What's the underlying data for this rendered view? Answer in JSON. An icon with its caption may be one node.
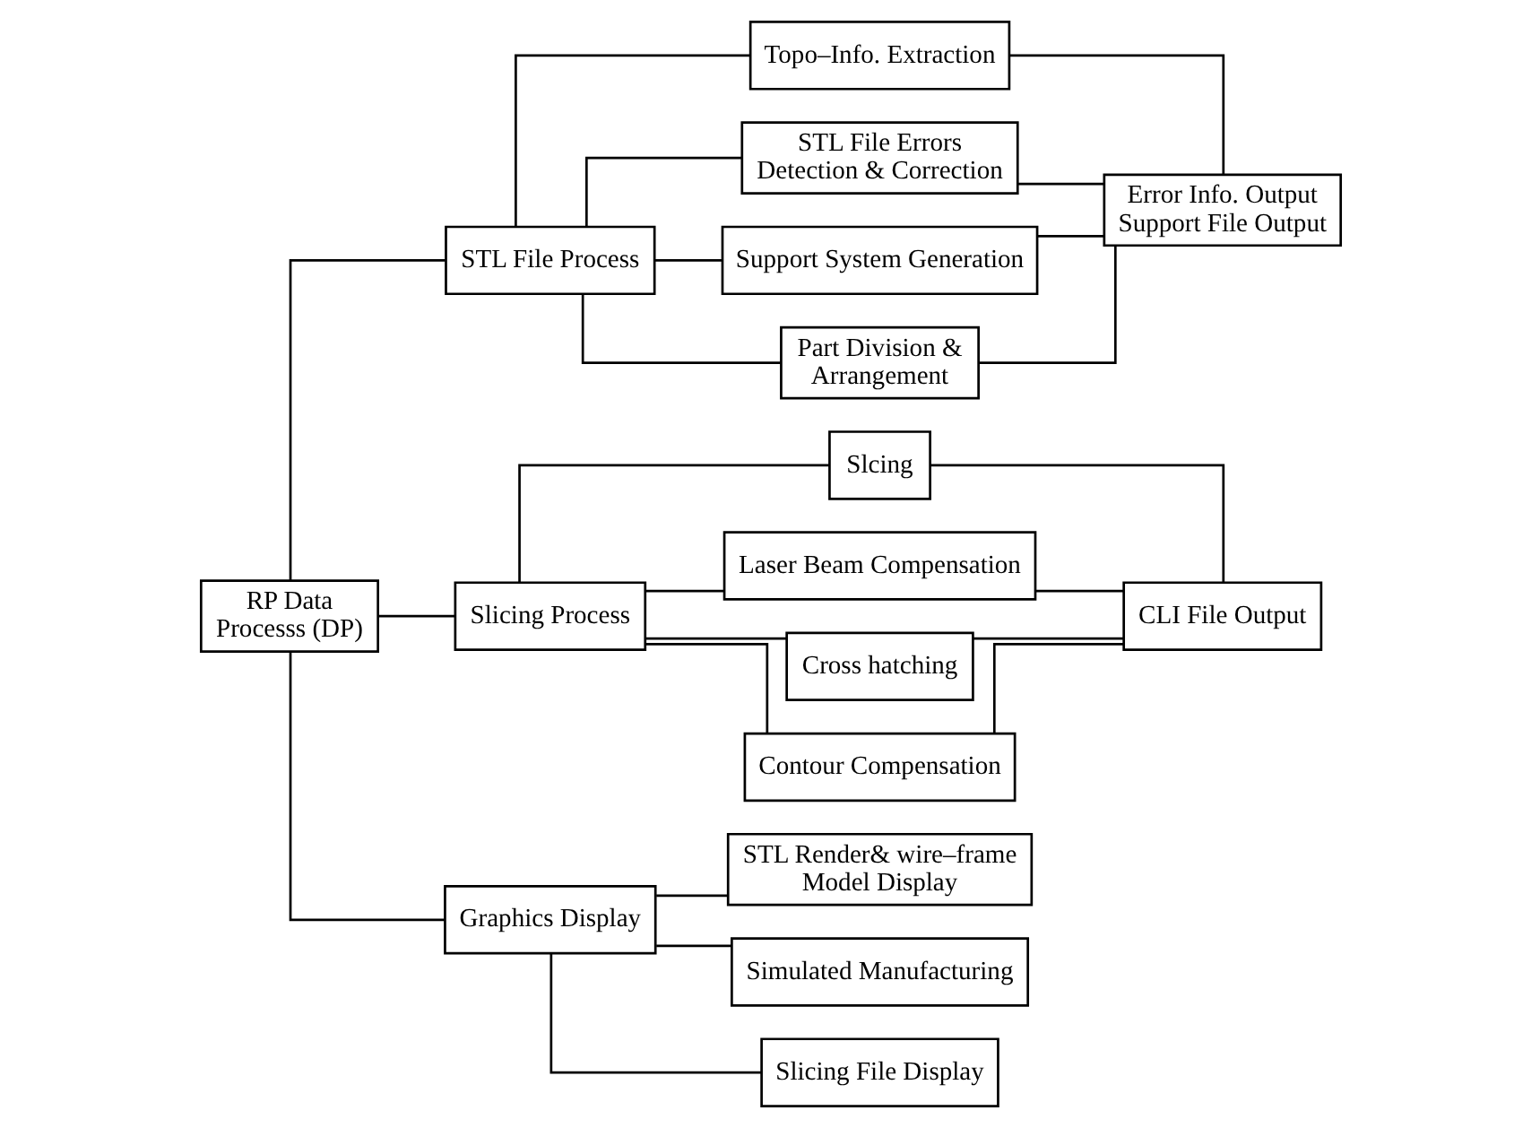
{
  "diagram": {
    "nodes": [
      {
        "text": [
          "RP Data Processs (DP)"
        ]
      },
      {
        "text": [
          "STL File Process"
        ]
      },
      {
        "text": [
          "Slicing Process"
        ]
      },
      {
        "text": [
          "Graphics Display"
        ]
      },
      {
        "text": [
          "Topo–Info. Extraction"
        ]
      },
      {
        "text": [
          "STL File Errors Detection & Correction"
        ]
      },
      {
        "text": [
          "Support System Generation"
        ]
      },
      {
        "text": [
          "Part Division & Arrangement"
        ]
      },
      {
        "text": [
          "Error Info. Output Support File Output"
        ]
      },
      {
        "text": [
          "Slcing"
        ]
      },
      {
        "text": [
          "Laser Beam Compensation"
        ]
      },
      {
        "text": [
          "Cross hatching"
        ]
      },
      {
        "text": [
          "Contour Compensation"
        ]
      },
      {
        "text": [
          "CLI File Output"
        ]
      },
      {
        "text": [
          "STL Render& wire–frame Model Display"
        ]
      },
      {
        "text": [
          "Simulated Manufacturing"
        ]
      },
      {
        "text": [
          "Slicing File Display"
        ]
      }
    ],
    "edges": [
      {
        "from": 0,
        "to": 1,
        "arrow": "none"
      },
      {
        "from": 0,
        "to": 2,
        "arrow": "none"
      },
      {
        "from": 0,
        "to": 3,
        "arrow": "none"
      },
      {
        "from": 1,
        "to": 4,
        "arrow": "none"
      },
      {
        "from": 1,
        "to": 5,
        "arrow": "none"
      },
      {
        "from": 1,
        "to": 6,
        "arrow": "none"
      },
      {
        "from": 1,
        "to": 7,
        "arrow": "none"
      },
      {
        "from": 4,
        "to": 8,
        "arrow": "none"
      },
      {
        "from": 5,
        "to": 8,
        "arrow": "none"
      },
      {
        "from": 6,
        "to": 8,
        "arrow": "none"
      },
      {
        "from": 7,
        "to": 8,
        "arrow": "none"
      },
      {
        "from": 2,
        "to": 9,
        "arrow": "none"
      },
      {
        "from": 2,
        "to": 10,
        "arrow": "none"
      },
      {
        "from": 2,
        "to": 11,
        "arrow": "none"
      },
      {
        "from": 2,
        "to": 12,
        "arrow": "none"
      },
      {
        "from": 9,
        "to": 13,
        "arrow": "none"
      },
      {
        "from": 10,
        "to": 13,
        "arrow": "none"
      },
      {
        "from": 11,
        "to": 13,
        "arrow": "none"
      },
      {
        "from": 12,
        "to": 13,
        "arrow": "none"
      },
      {
        "from": 3,
        "to": 14,
        "arrow": "none"
      },
      {
        "from": 3,
        "to": 15,
        "arrow": "none"
      },
      {
        "from": 3,
        "to": 16,
        "arrow": "none"
      }
    ]
  }
}
